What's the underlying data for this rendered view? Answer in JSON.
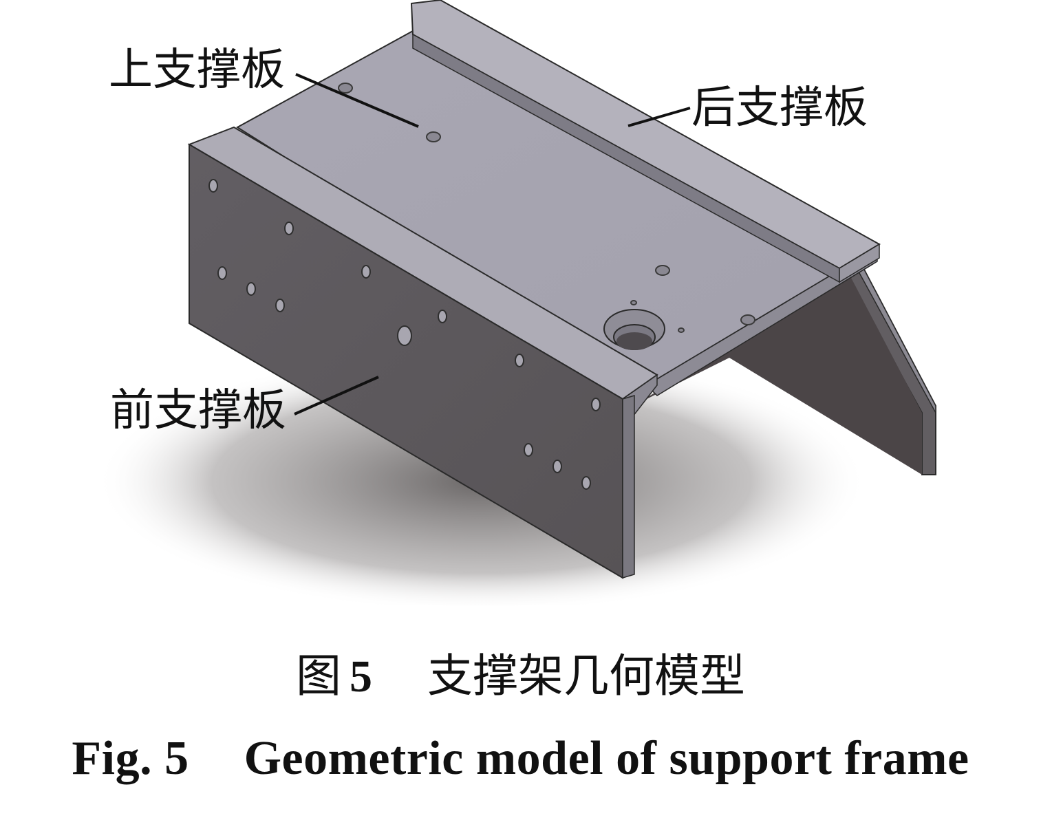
{
  "figure": {
    "title": "Geometric model of support frame",
    "parts": [
      {
        "id": "upper",
        "label": "上支撑板"
      },
      {
        "id": "rear",
        "label": "后支撑板"
      },
      {
        "id": "front",
        "label": "前支撑板"
      }
    ],
    "colors": {
      "top_face": "#a8a6b2",
      "front_face": "#5e5a5e",
      "rail_top": "#b2b0ba",
      "edge": "#2a2a2a",
      "shadow": "#6b6868"
    }
  },
  "caption": {
    "cn_prefix": "图",
    "number": "5",
    "cn_title": "支撑架几何模型",
    "en_prefix": "Fig. 5",
    "en_title": "Geometric model of support frame"
  }
}
